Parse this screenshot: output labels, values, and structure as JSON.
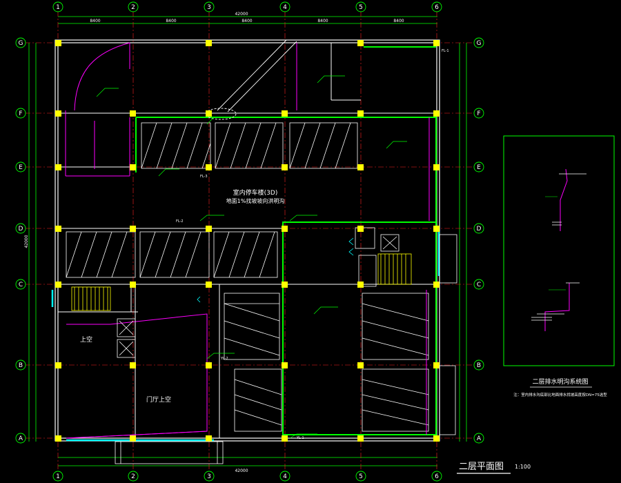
{
  "drawing": {
    "title": "二层平面图",
    "scale": "1:100",
    "bg_color": "#000000",
    "colors": {
      "axis": "#00ff00",
      "wall": "#ffffff",
      "gridline": "#ff2020",
      "column": "#ffff00",
      "outline": "#00ff00",
      "pipe": "#ff00ff",
      "cyan": "#00ffff",
      "annotation": "#00ff00"
    }
  },
  "axes": {
    "columns": [
      "1",
      "2",
      "3",
      "4",
      "5",
      "6"
    ],
    "rows": [
      "G",
      "F",
      "E",
      "D",
      "C",
      "B",
      "A"
    ]
  },
  "dimensions": {
    "top_total": "42000",
    "bottom_total": "42000",
    "top_spans": [
      "8400",
      "8400",
      "8400",
      "8400",
      "8400"
    ],
    "left_total": "42000"
  },
  "room_labels": {
    "garage_note_1": "室内停车楼(3D)",
    "garage_note_2": "地面1%找坡坡向洪明沟",
    "void_1": "上空",
    "void_2": "门厅上空"
  },
  "system_diagram": {
    "title": "二层排水明沟系统图",
    "note": "注：室内排水沟底部比地面排水找坡高度按DN=75选型"
  },
  "pipe_tags": [
    "FL-1",
    "FL-2",
    "FL-3",
    "YL-1",
    "YL-2"
  ]
}
